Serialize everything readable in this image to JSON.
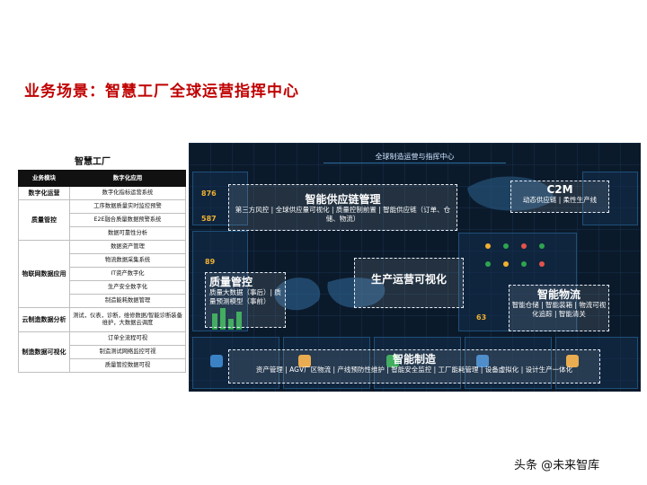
{
  "slide_title": "业务场景：智慧工厂全球运营指挥中心",
  "table": {
    "caption": "智慧工厂",
    "headers": [
      "业务模块",
      "数字化应用"
    ],
    "groups": [
      {
        "module": "数字化运营",
        "apps": [
          "数字化指标运营系统"
        ]
      },
      {
        "module": "质量管控",
        "apps": [
          "工序数据质量实时监控预警",
          "E2E融合质量数据预警系统",
          "数据可靠性分析"
        ]
      },
      {
        "module": "物联网数据应用",
        "apps": [
          "数据资产管理",
          "物流数据采集系统",
          "IT资产数字化",
          "生产安全数字化",
          "制造能耗数据管理"
        ]
      },
      {
        "module": "云制造数据分析",
        "apps": [
          "测试，仪表，诊断，维修数据/智能诊断装备维护，大数据云调度"
        ]
      },
      {
        "module": "制造数据可视化",
        "apps": [
          "订单全流程可视",
          "制造测试网络监控可视",
          "质量管控数据可视"
        ]
      }
    ]
  },
  "dashboard": {
    "title": "全球制造运营与指挥中心",
    "stats": [
      "876",
      "587",
      "89",
      "63"
    ],
    "callouts": {
      "supply_chain": {
        "heading": "智能供应链管理",
        "detail": "第三方风控 | 全球供应量可视化 | 质量控制前置 | 智能供应链（订单、仓储、物流）"
      },
      "c2m": {
        "heading": "C2M",
        "detail": "动态供应链 | 柔性生产线"
      },
      "quality": {
        "heading": "质量管控",
        "detail": "质量大数据（事后）| 质量预测模型（事前）"
      },
      "production": {
        "heading": "生产运营可视化",
        "detail": ""
      },
      "logistics": {
        "heading": "智能物流",
        "detail": "智能仓储 | 智能装箱 | 物流可视化追踪 | 智能清关"
      },
      "manufacturing": {
        "heading": "智能制造",
        "detail": "资产管理 | AGV厂区物流 | 产线预防性维护 | 智能安全监控 | 工厂能耗管理 | 设备虚拟化 | 设计生产一体化"
      }
    }
  },
  "watermark": "头条 @未来智库",
  "colors": {
    "title": "#c00000",
    "dashboard_bg": "#0b1a2b",
    "accent_orange": "#f0b030",
    "accent_green": "#2ea44f"
  }
}
